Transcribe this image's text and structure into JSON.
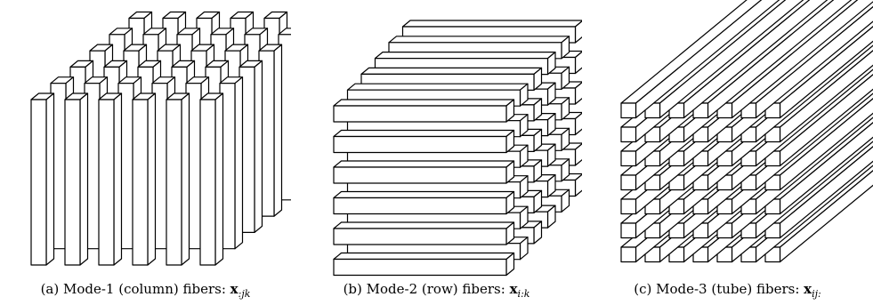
{
  "panels": [
    {
      "id": "a",
      "prefix": "(a) Mode-1 (column) fibers:",
      "symbol": "x",
      "subscript": ":jk"
    },
    {
      "id": "b",
      "prefix": "(b) Mode-2 (row) fibers:",
      "symbol": "x",
      "subscript": "i:k"
    },
    {
      "id": "c",
      "prefix": "(c) Mode-3 (tube) fibers:",
      "symbol": "x",
      "subscript": "ij:"
    }
  ],
  "colors": {
    "stroke": "#000000",
    "fill": "#ffffff"
  }
}
